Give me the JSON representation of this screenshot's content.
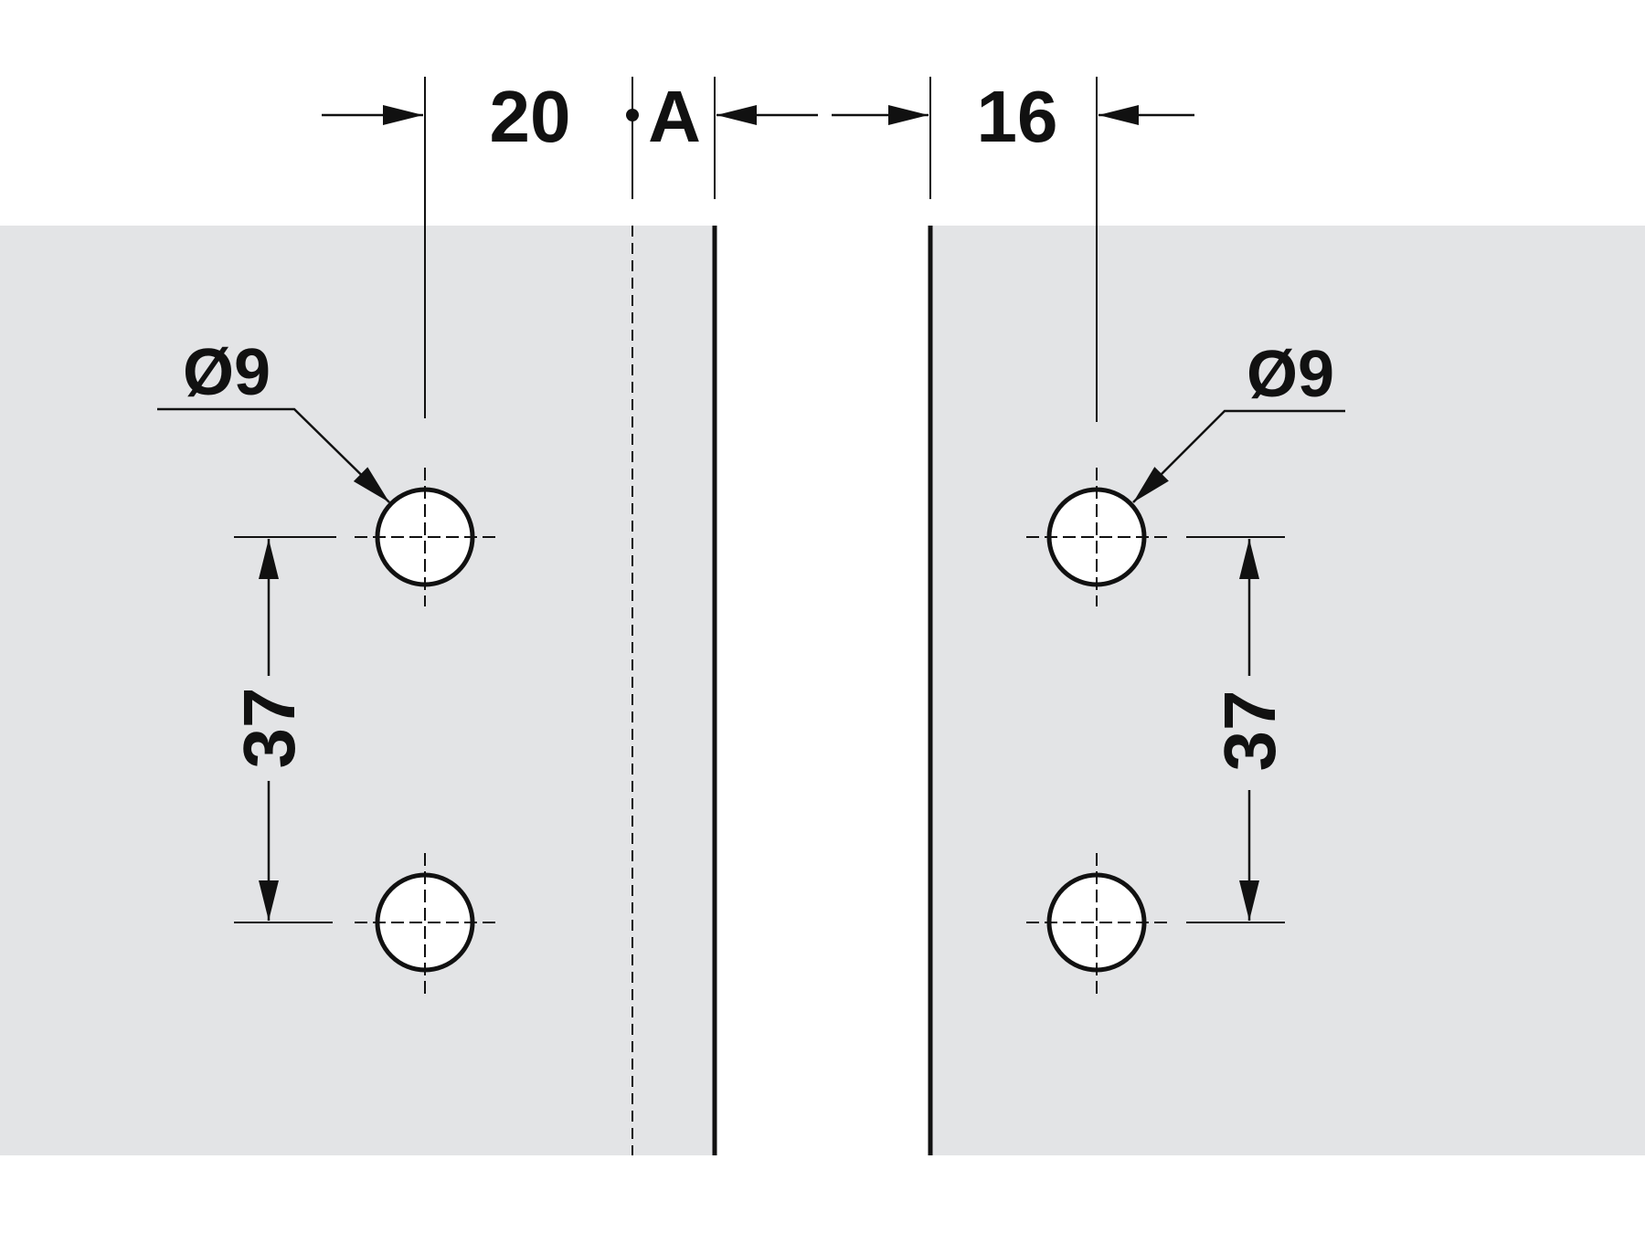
{
  "title": "Drilling pattern dimensions",
  "dimensions": {
    "left_offset": "20",
    "gap_label": "A",
    "right_offset": "16",
    "left_hole_diameter": "Ø9",
    "right_hole_diameter": "Ø9",
    "left_hole_spacing": "37",
    "right_hole_spacing": "37"
  },
  "colors": {
    "panel": "#e3e4e6",
    "line": "#111111",
    "hole_fill": "#ffffff"
  }
}
